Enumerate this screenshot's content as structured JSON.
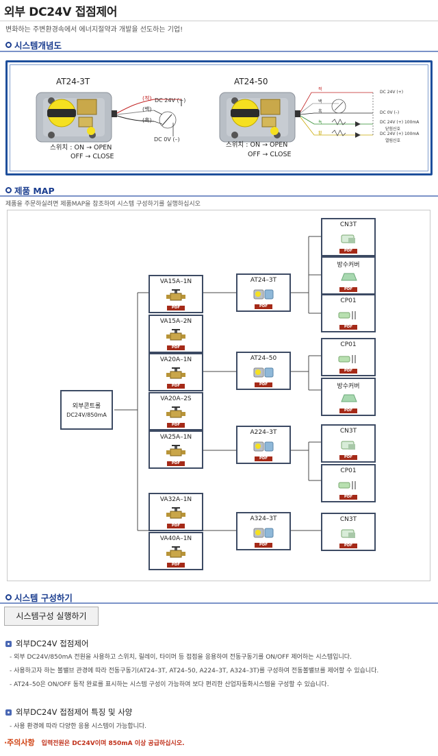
{
  "header": {
    "title": "외부 DC24V 접점제어",
    "subtitle": "변화하는 주변환경속에서 에너지절약과 개발을 선도하는 기업!"
  },
  "concept": {
    "heading": "시스템개념도",
    "left": {
      "model": "AT24-3T",
      "wire_red": "(적)",
      "wire_white": "(백)",
      "wire_black": "(흑)",
      "dc_pos": "DC 24V (+)",
      "dc_neg": "DC 0V (–)",
      "switch_line1": "스위치 : ON  →  OPEN",
      "switch_line2": "OFF  →  CLOSE"
    },
    "right": {
      "model": "AT24-50",
      "w1": "적",
      "w2": "백",
      "w3": "흑",
      "w4": "녹",
      "w5": "황",
      "r1": "DC 24V (+)",
      "r2": "DC 0V (–)",
      "r3": "DC 24V (+) 100mA",
      "r3b": "닫힘신호",
      "r4": "DC 24V (+) 100mA",
      "r4b": "열림신호",
      "switch_line1": "스위치 : ON  →  OPEN",
      "switch_line2": "OFF  →  CLOSE"
    }
  },
  "map": {
    "heading": "제품 MAP",
    "description": "제품을 주문하실려면 제품MAP을 참조하여 시스템 구성하기를 실행하십시오",
    "pdf_label": "PDF",
    "root": {
      "line1": "외부콘트롤",
      "line2": "DC24V/850mA"
    },
    "valves": [
      "VA15A–1N",
      "VA15A–2N",
      "VA20A–1N",
      "VA20A–2S",
      "VA25A–1N",
      "VA32A–1N",
      "VA40A–1N"
    ],
    "actuators": [
      "AT24–3T",
      "AT24–50",
      "A224–3T",
      "A324–3T"
    ],
    "accessories": [
      "CN3T",
      "방수커버",
      "CP01",
      "CP01",
      "방수커버",
      "CN3T",
      "CP01",
      "CN3T"
    ]
  },
  "system": {
    "heading": "시스템 구성하기",
    "button": "시스템구성 실행하기",
    "block1": {
      "title": "외부DC24V 접점제어",
      "lines": [
        "- 외부 DC24V/850mA 전원을 사용하고 스위치, 릴레이, 타이머 등 접점을 응용하여 전동구동기를 ON/OFF 제어하는 시스템입니다.",
        "- 사용하고자 하는 볼밸브 관경에 따라 전동구동기(AT24–3T, AT24–50, A224–3T, A324–3T)를 구성하여 전동볼밸브를 제어할 수 있습니다.",
        "- AT24–50은 ON/OFF 동작 완료를 표시하는 시스템 구성이 가능하여 보다 편리한 산업자동화시스템을 구성할 수 있습니다."
      ]
    },
    "block2": {
      "title": "외부DC24V 접점제어 특징 및 사양",
      "lines": [
        "- 사용 환경에 따라 다양한 응용 시스템이 가능합니다."
      ]
    },
    "caution_label": "·주의사항",
    "caution_text": "입력전원은 DC24V이며 850mA 이상 공급하십시오."
  }
}
